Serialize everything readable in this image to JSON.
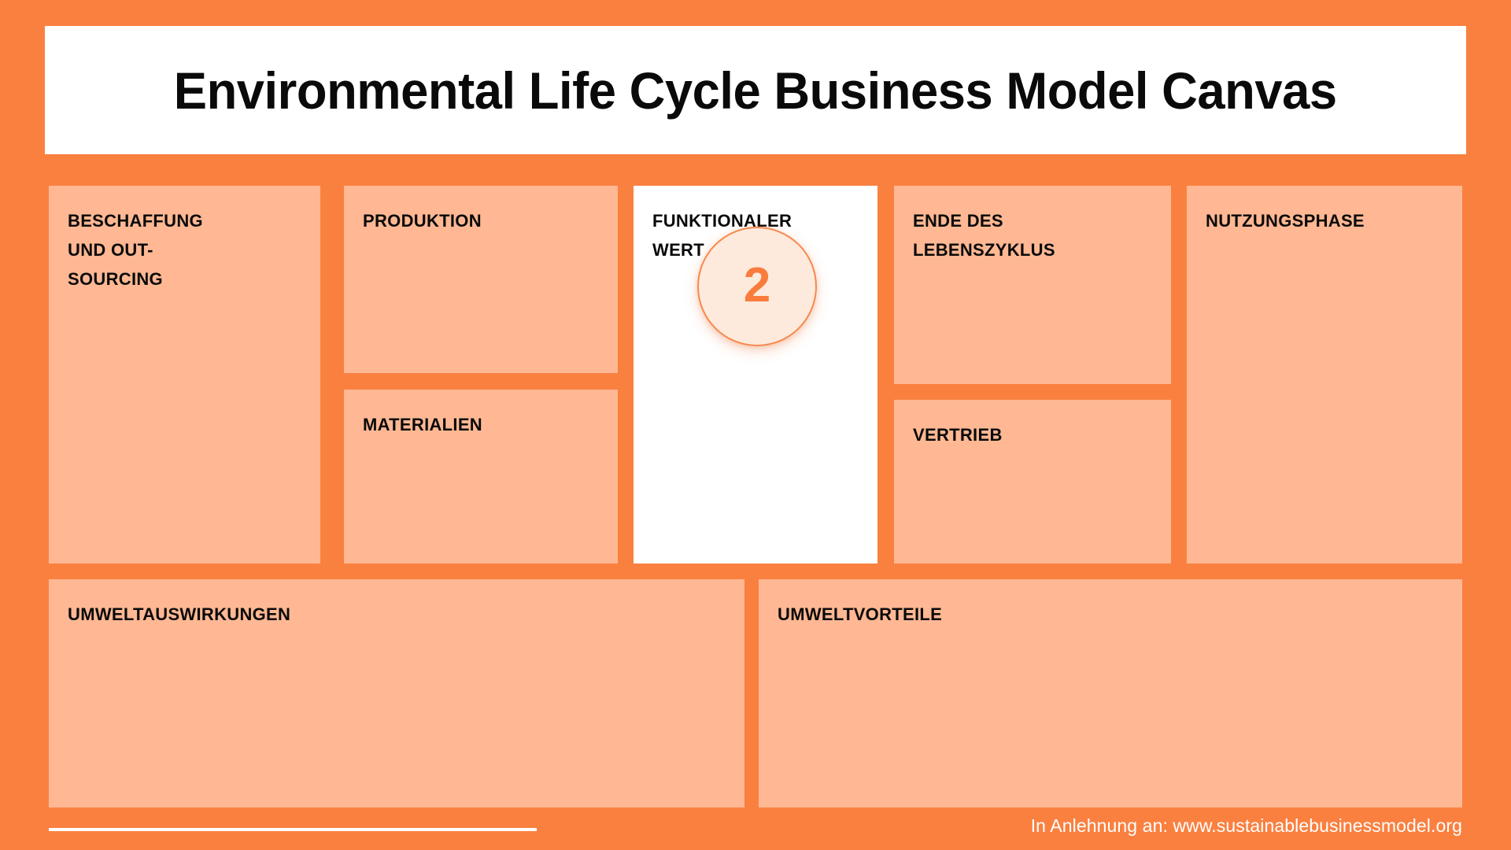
{
  "page": {
    "title": "Environmental Life Cycle Business Model Canvas",
    "background_color": "#FA8040",
    "card_color": "#FFB893",
    "accent_color": "#F97C3C",
    "text_color": "#0A0A0A"
  },
  "cards": {
    "beschaffung": {
      "label": "Beschaffung\nund Out-\nsourcing"
    },
    "produktion": {
      "label": "Produktion"
    },
    "materialien": {
      "label": "Materialien"
    },
    "funktionalwert": {
      "label": "Funktionaler\nWert"
    },
    "ende": {
      "label": "Ende des\nLebenszyklus"
    },
    "vertrieb": {
      "label": "Vertrieb"
    },
    "nutzungsphase": {
      "label": "Nutzungsphase"
    },
    "umweltauswirkungen": {
      "label": "Umweltauswirkungen"
    },
    "umweltvorteile": {
      "label": "Umweltvorteile"
    }
  },
  "badge": {
    "number": "2"
  },
  "footer": {
    "credit": "In Anlehnung an: www.sustainablebusinessmodel.org"
  }
}
